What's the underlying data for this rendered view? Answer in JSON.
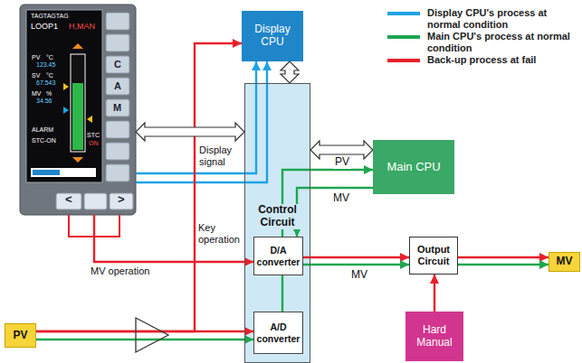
{
  "diagram": {
    "nodes": [
      {
        "text": [
          "TAGTAGTAG",
          "LOOP1",
          "H,MAN"
        ]
      },
      {
        "text": [
          "Display CPU"
        ]
      },
      {
        "text": [
          "Control Circuit"
        ]
      },
      {
        "text": [
          "D/A converter"
        ],
        "in": 2
      },
      {
        "text": [
          "A/D converter"
        ],
        "in": 2
      },
      {
        "text": [
          "Main CPU"
        ]
      },
      {
        "text": [
          "Output Circuit"
        ]
      },
      {
        "text": [
          "Hard Manual"
        ]
      },
      {
        "text": [
          "PV"
        ]
      },
      {
        "text": [
          "MV"
        ]
      }
    ],
    "edges": [
      {
        "from": 1,
        "to": 2,
        "arrow": "both"
      },
      {
        "from": 0,
        "to": 2,
        "arrow": "both"
      },
      {
        "from": 2,
        "to": 5,
        "arrow": "both"
      },
      {
        "from": 0,
        "to": 1,
        "arrow": "to"
      },
      {
        "from": 0,
        "to": 1,
        "arrow": "to"
      },
      {
        "from": 0,
        "to": 3,
        "arrow": "to"
      },
      {
        "from": 8,
        "to": 1,
        "arrow": "to"
      },
      {
        "from": 8,
        "to": 4,
        "arrow": "to"
      },
      {
        "from": 8,
        "to": 4,
        "arrow": "to"
      },
      {
        "from": 4,
        "to": 5,
        "label": "PV",
        "arrow": "to"
      },
      {
        "from": 5,
        "to": 3,
        "label": "MV",
        "arrow": "to"
      },
      {
        "from": 3,
        "to": 6,
        "arrow": "to"
      },
      {
        "from": 3,
        "to": 6,
        "label": "MV",
        "arrow": "to"
      },
      {
        "from": 6,
        "to": 9,
        "arrow": "to"
      },
      {
        "from": 6,
        "to": 9,
        "arrow": "to"
      },
      {
        "from": 7,
        "to": 6,
        "arrow": "to"
      }
    ],
    "labels": [
      "PV",
      "°C",
      "123.45",
      "SV",
      "°C",
      "67.543",
      "MV",
      "%",
      "34.56",
      "ALARM",
      "STC-ON",
      "STC",
      "ON",
      "C",
      "A",
      "M",
      "<",
      ">",
      "Display signal",
      "Key operation",
      "MV operation"
    ],
    "legend": [
      {
        "text": "Display CPU's process at normal condition",
        "color": "#1fa3e4"
      },
      {
        "text": "Main CPU's process at normal condition",
        "color": "#1ea64f"
      },
      {
        "text": "Back-up process at fail",
        "color": "#e8202a"
      }
    ]
  }
}
